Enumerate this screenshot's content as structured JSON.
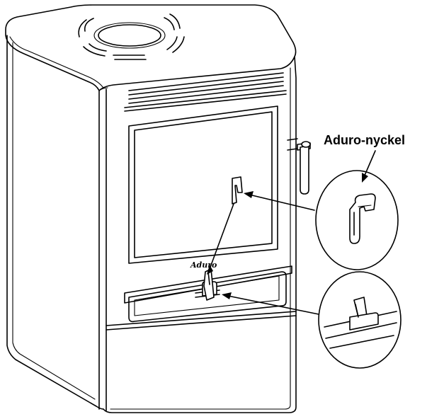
{
  "diagram": {
    "callout_label": "Aduro-nyckel",
    "logo_text": "Aduro",
    "line_color": "#000000",
    "background_color": "#ffffff",
    "icons": [
      "stove-drawing",
      "key-detail-magnifier",
      "key-in-slot-detail-magnifier"
    ]
  }
}
